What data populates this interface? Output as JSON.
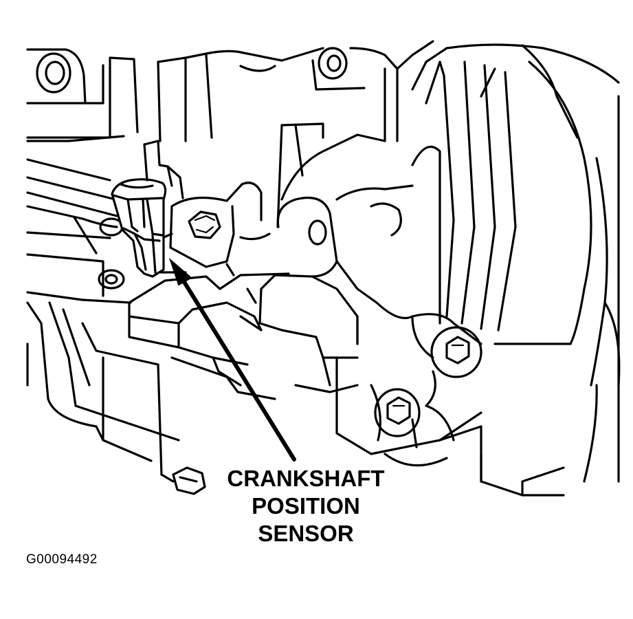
{
  "callout": {
    "line1": "CRANKSHAFT",
    "line2": "POSITION",
    "line3": "SENSOR"
  },
  "figure_id": "G00094492",
  "colors": {
    "ink": "#000000",
    "paper": "#ffffff"
  }
}
